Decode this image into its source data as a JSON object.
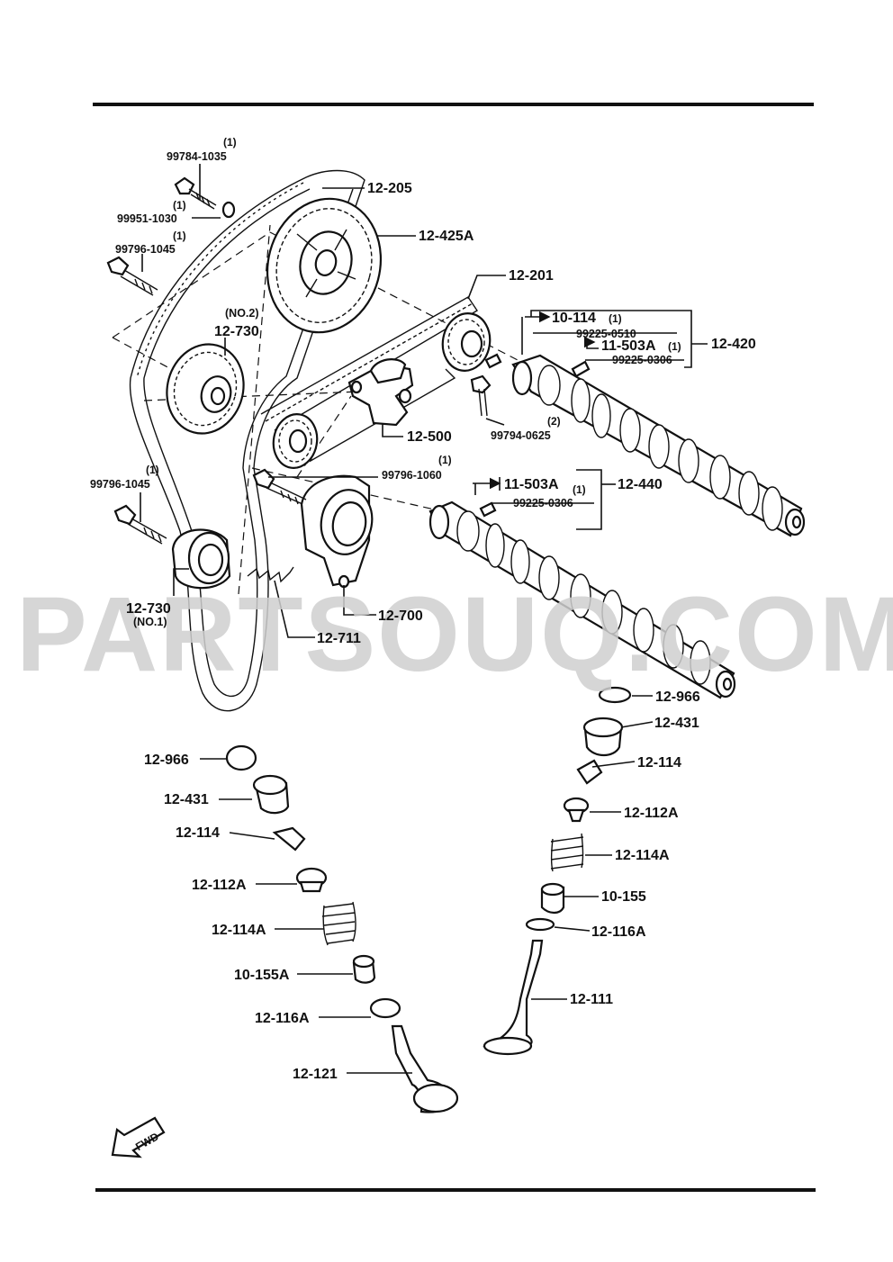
{
  "watermark": "PARTSOUQ.COM",
  "colors": {
    "line": "#111111",
    "background": "#ffffff",
    "watermark": "#d0d0d0"
  },
  "fwd_label": "FWD",
  "labels": {
    "p12_205": "12-205",
    "p12_425a": "12-425A",
    "p12_201": "12-201",
    "p10_114": "10-114",
    "p10_114_qty": "(1)",
    "p99225_0510": "99225-0510",
    "p11_503a_top": "11-503A",
    "p11_503a_top_qty": "(1)",
    "p99225_0306_top": "99225-0306",
    "p12_420": "12-420",
    "p99784_1035_qty": "(1)",
    "p99784_1035": "99784-1035",
    "p99951_1030_qty": "(1)",
    "p99951_1030": "99951-1030",
    "p99796_1045_top_qty": "(1)",
    "p99796_1045_top": "99796-1045",
    "no2": "(NO.2)",
    "p12_730_top": "12-730",
    "p12_500": "12-500",
    "p99794_0625_qty": "(2)",
    "p99794_0625": "99794-0625",
    "p99796_1060_qty": "(1)",
    "p99796_1060": "99796-1060",
    "p11_503a_mid": "11-503A",
    "p11_503a_mid_qty": "(1)",
    "p99225_0306_mid": "99225-0306",
    "p12_440": "12-440",
    "p99796_1045_left_qty": "(1)",
    "p99796_1045_left": "99796-1045",
    "p12_730_bottom": "12-730",
    "no1": "(NO.1)",
    "p12_700": "12-700",
    "p12_711": "12-711",
    "p12_966_right": "12-966",
    "p12_431_right": "12-431",
    "p12_114_right": "12-114",
    "p12_112a_right": "12-112A",
    "p12_114a_right": "12-114A",
    "p10_155_right": "10-155",
    "p12_116a_right": "12-116A",
    "p12_111": "12-111",
    "p12_966_left": "12-966",
    "p12_431_left": "12-431",
    "p12_114_left": "12-114",
    "p12_112a_left": "12-112A",
    "p12_114a_left": "12-114A",
    "p10_155a_left": "10-155A",
    "p12_116a_left": "12-116A",
    "p12_121": "12-121"
  }
}
